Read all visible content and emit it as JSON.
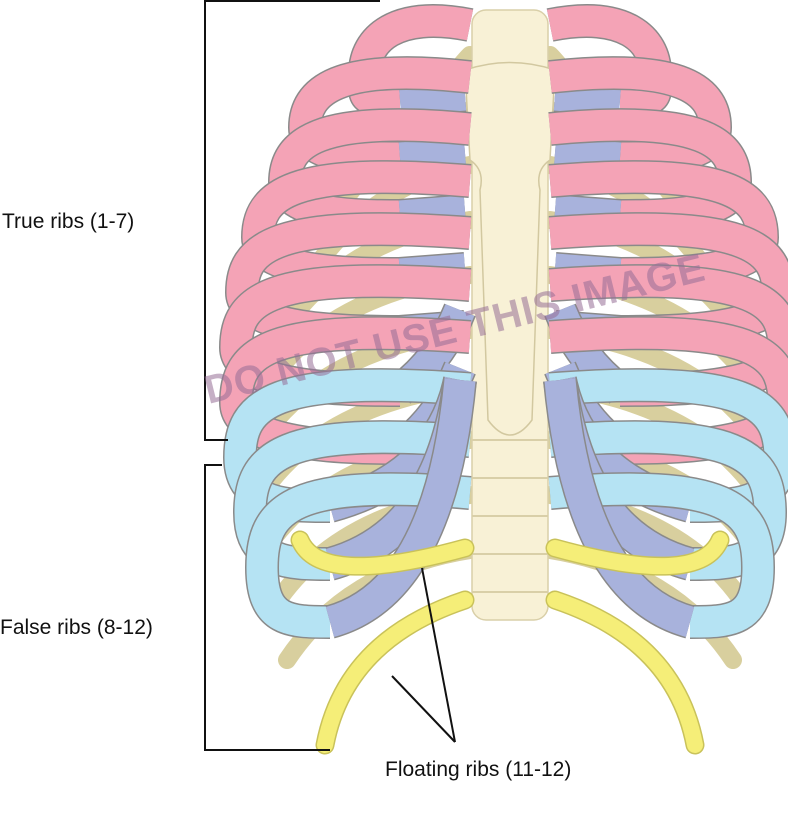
{
  "labels": {
    "true_ribs": "True ribs (1-7)",
    "false_ribs": "False ribs (8-12)",
    "floating_ribs": "Floating ribs (11-12)"
  },
  "watermark": "DO NOT USE THIS IMAGE",
  "colors": {
    "true_rib": "#f4a3b6",
    "costal_cartilage": "#a8b2dc",
    "false_rib": "#b5e3f3",
    "floating_rib": "#f5ee78",
    "posterior_rib": "#d8cf9e",
    "spine_sternum": "#f8f1d6",
    "outline": "#8a8a8a"
  }
}
